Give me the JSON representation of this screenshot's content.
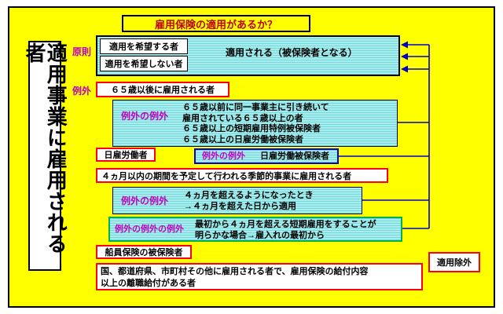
{
  "title": "雇用保険の適用があるか？",
  "left_title": "適用事業に雇用される者",
  "principle": {
    "label": "原則",
    "wish_apply": "適用を希望する者",
    "wish_not_apply": "適用を希望しない者",
    "result": "適用される（被保険者となる）"
  },
  "exceptions": {
    "label": "例外",
    "age65": {
      "condition": "６５歳以後に雇用される者",
      "sub_label": "例外の例外",
      "text": "６５歳以前に同一事業主に引き続いて\n雇用されている６５歳以上の者\n６５歳以上の短期雇用特例被保険者\n６５歳以上の日雇労働被保険者"
    },
    "day_laborer": {
      "condition": "日雇労働者",
      "sub_label": "例外の例外",
      "text": "日雇労働被保険者"
    },
    "seasonal": {
      "condition": "４ヵ月以内の期間を予定して行われる季節的事業に雇用される者",
      "sub_label": "例外の例外",
      "text": "４ヵ月を超えるようになったとき\n→４ヵ月を超えた日から適用",
      "sub_sub_label": "例外の例外の例外",
      "sub_sub_text": "最初から４ヵ月を超える短期雇用をすることが\n明らかな場合→雇入れの最初から"
    },
    "seamen": "船員保険の被保険者",
    "government": "国、都道府県、市町村その他に雇用される者で、雇用保険の給付内容\n以上の離職給付がある者",
    "excluded": "適用除外"
  },
  "colors": {
    "background": "#FFFF00",
    "cyan_fill": "#A8ECEC",
    "label_magenta": "#C000C0",
    "title_red": "#C00000",
    "arrow_blue": "#0000C8",
    "red_border": "#FF0000",
    "green_border": "#00B050",
    "blue_border": "#0000E0"
  }
}
